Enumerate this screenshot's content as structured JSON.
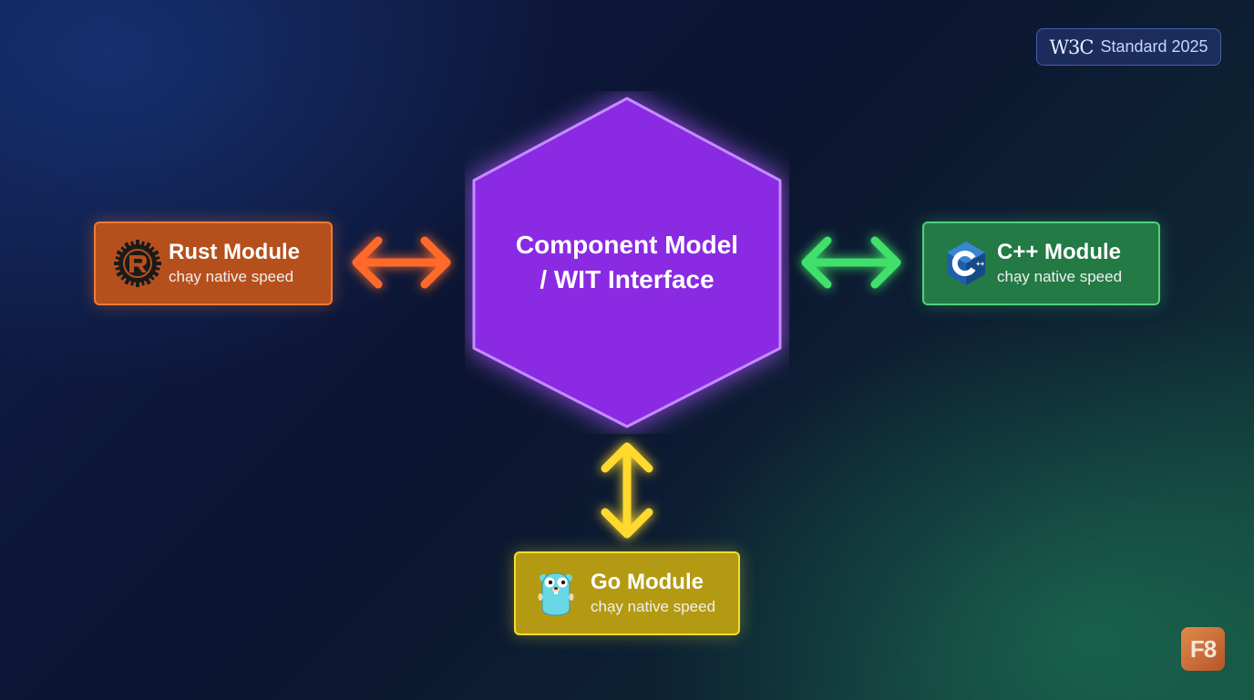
{
  "badge": {
    "w3c_logo_text": "W3C",
    "label": "Standard 2025"
  },
  "center": {
    "line1": "Component Model",
    "line2": "/ WIT Interface",
    "color": "#8a2be2"
  },
  "modules": [
    {
      "id": "rust",
      "title": "Rust Module",
      "subtitle": "chạy native speed",
      "icon": "rust-logo-icon",
      "color": "#b5501d"
    },
    {
      "id": "cpp",
      "title": "C++ Module",
      "subtitle": "chạy native speed",
      "icon": "cpp-logo-icon",
      "color": "#247a45"
    },
    {
      "id": "go",
      "title": "Go Module",
      "subtitle": "chạy native speed",
      "icon": "go-gopher-icon",
      "color": "#b39a12"
    }
  ],
  "arrows": {
    "rust_color": "#ff6a2b",
    "cpp_color": "#3fe06a",
    "go_color": "#ffd92e"
  },
  "logo": {
    "text": "F8"
  }
}
